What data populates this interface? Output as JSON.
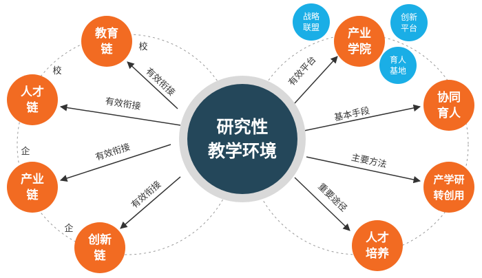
{
  "colors": {
    "orange": "#F26B22",
    "blue": "#1AAEE6",
    "center": "#24475A",
    "center_ring": "#D9D9D9",
    "line": "#333333",
    "dashed": "#999999"
  },
  "center": {
    "line1": "研究性",
    "line2": "教学环境"
  },
  "left_nodes": {
    "education": {
      "line1": "教育",
      "line2": "链"
    },
    "talent": {
      "line1": "人才",
      "line2": "链"
    },
    "industry": {
      "line1": "产业",
      "line2": "链"
    },
    "innovation": {
      "line1": "创新",
      "line2": "链"
    }
  },
  "right_nodes": {
    "industry_college": {
      "line1": "产业",
      "line2": "学院"
    },
    "collab": {
      "line1": "协同",
      "line2": "育人"
    },
    "research": {
      "line1": "产学研",
      "line2": "转创用"
    },
    "talent_training": {
      "line1": "人才",
      "line2": "培养"
    }
  },
  "blue_nodes": {
    "alliance": {
      "line1": "战略",
      "line2": "联盟"
    },
    "platform": {
      "line1": "创新",
      "line2": "平台"
    },
    "base": {
      "line1": "育人",
      "line2": "基地"
    }
  },
  "edges_left": {
    "e1": "有效衔接",
    "e2": "有效衔接",
    "e3": "有效衔接",
    "e4": "有效衔接"
  },
  "edges_right": {
    "r1": "有效平台",
    "r2": "基本手段",
    "r3": "主要方法",
    "r4": "重要途径"
  },
  "corner_labels": {
    "school1": "校",
    "school2": "校",
    "enterprise1": "企",
    "enterprise2": "企"
  }
}
